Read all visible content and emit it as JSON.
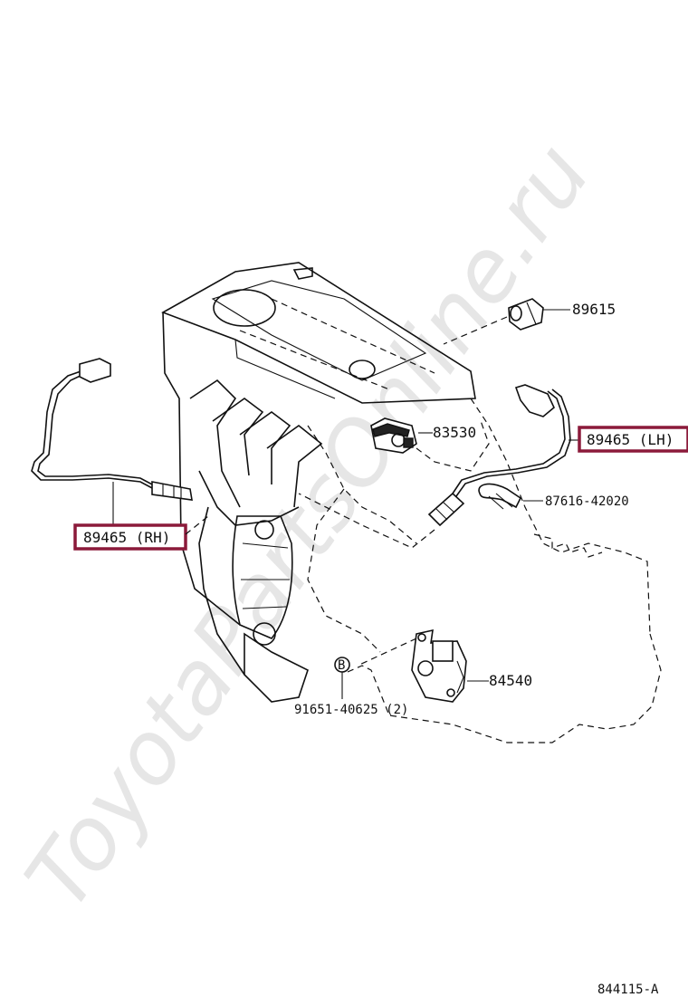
{
  "watermark": "ToyotaPartsOnline.ru",
  "diagram_code": "844115-A",
  "callouts": {
    "sensor_rh": "89465 (RH)",
    "sensor_lh": "89465 (LH)",
    "knock_sensor": "89615",
    "oil_pressure_switch": "83530",
    "clamp": "87616-42020",
    "neutral_start_switch": "84540",
    "bolt": "91651-40625 (2)",
    "bolt_marker": "B"
  },
  "highlight_color": "#8b1a3a"
}
